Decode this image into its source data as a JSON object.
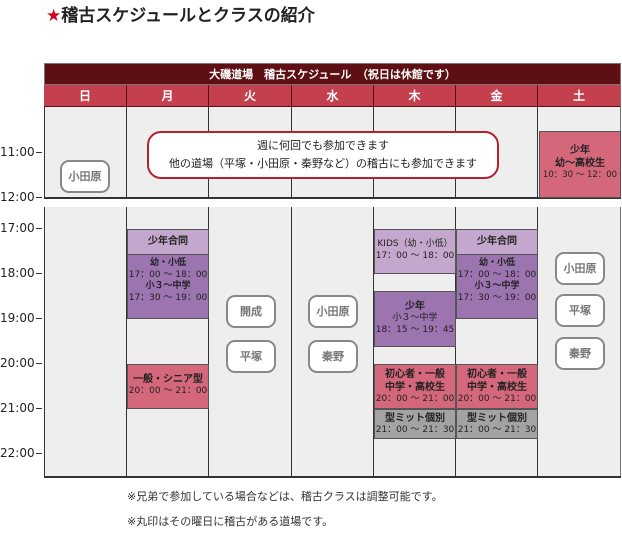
{
  "title": {
    "star": "★",
    "text": "稽古スケジュールとクラスの紹介"
  },
  "banner": "大磯道場　稽古スケジュール　（祝日は休館です）",
  "days": [
    "日",
    "月",
    "火",
    "水",
    "木",
    "金",
    "土"
  ],
  "times_top": [
    "11:00",
    "12:00"
  ],
  "times_bottom": [
    "17:00",
    "18:00",
    "19:00",
    "20:00",
    "21:00",
    "22:00"
  ],
  "notice": {
    "line1": "週に何回でも参加できます",
    "line2": "他の道場（平塚・小田原・秦野など）の稽古にも参加できます"
  },
  "events": {
    "sat": {
      "title": "少年",
      "sub": "幼〜高校生",
      "time": "10：30 〜 12：00"
    },
    "mon_joint": {
      "title": "少年合同",
      "a_label": "幼・小低",
      "a_time": "17：00 〜 18：00",
      "b_label": "小３〜中学",
      "b_time": "17：30 〜 19：00"
    },
    "mon_general": {
      "title": "一般・シニア型",
      "time": "20：00 〜 21：00"
    },
    "thu_kids": {
      "title": "KIDS（幼・小低）",
      "time": "17：00 〜 18：00"
    },
    "thu_youth": {
      "title": "少年",
      "sub": "小３〜中学",
      "time": "18：15 〜 19：45"
    },
    "thu_beginner": {
      "title": "初心者・一般",
      "sub": "中学・高校生",
      "time": "20：00 〜 21：00"
    },
    "thu_mitt": {
      "title": "型ミット個別",
      "time": "21：00 〜 21：30"
    },
    "fri_joint": {
      "title": "少年合同",
      "a_label": "幼・小低",
      "a_time": "17：00 〜 18：00",
      "b_label": "小３〜中学",
      "b_time": "17：30 〜 19：00"
    },
    "fri_beginner": {
      "title": "初心者・一般",
      "sub": "中学・高校生",
      "time": "20：00 〜 21：00"
    },
    "fri_mitt": {
      "title": "型ミット個別",
      "time": "21：00 〜 21：30"
    }
  },
  "dojos": {
    "sun": [
      "小田原"
    ],
    "tue": [
      "開成",
      "平塚"
    ],
    "wed": [
      "小田原",
      "秦野"
    ],
    "sat": [
      "小田原",
      "平塚",
      "秦野"
    ]
  },
  "notes": [
    "※兄弟で参加している場合などは、稽古クラスは調整可能です。",
    "※丸印はその曜日に稽古がある道場です。"
  ],
  "colors": {
    "banner": "#5e0f14",
    "day_header": "#c4404f",
    "light_purple": "#c4a7cc",
    "dark_purple": "#9b74b0",
    "pink": "#d4687a",
    "gray": "#a3a3a3",
    "notice_border": "#b3202e"
  }
}
